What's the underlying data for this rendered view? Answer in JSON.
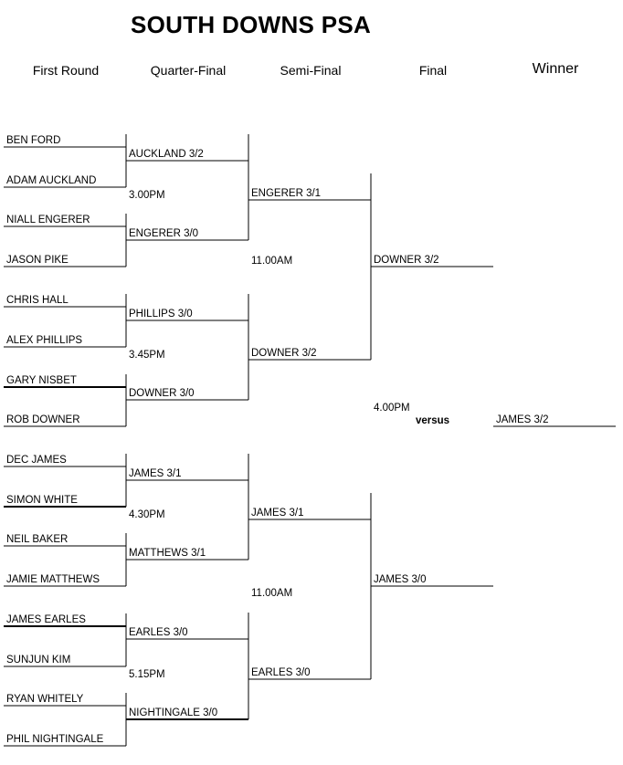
{
  "title": "SOUTH DOWNS PSA",
  "rounds": [
    "First Round",
    "Quarter-Final",
    "Semi-Final",
    "Final",
    "Winner"
  ],
  "first_round": [
    "BEN FORD",
    "ADAM AUCKLAND",
    "NIALL ENGERER",
    "JASON PIKE",
    "CHRIS HALL",
    "ALEX PHILLIPS",
    "GARY NISBET",
    "ROB DOWNER",
    "DEC JAMES",
    "SIMON WHITE",
    "NEIL BAKER",
    "JAMIE MATTHEWS",
    "JAMES EARLES",
    "SUNJUN KIM",
    "RYAN WHITELY",
    "PHIL NIGHTINGALE"
  ],
  "quarter_final": [
    "AUCKLAND 3/2",
    "ENGERER 3/0",
    "PHILLIPS 3/0",
    "DOWNER 3/0",
    "JAMES 3/1",
    "MATTHEWS 3/1",
    "EARLES 3/0",
    "NIGHTINGALE 3/0"
  ],
  "quarter_times": [
    "3.00PM",
    "3.45PM",
    "4.30PM",
    "5.15PM"
  ],
  "semi_final": [
    "ENGERER 3/1",
    "DOWNER  3/2",
    "JAMES  3/1",
    "EARLES  3/0"
  ],
  "semi_times": [
    "11.00AM",
    "11.00AM"
  ],
  "final": [
    "DOWNER 3/2",
    "JAMES  3/0"
  ],
  "final_time": "4.00PM",
  "versus": "versus",
  "winner": "JAMES 3/2"
}
